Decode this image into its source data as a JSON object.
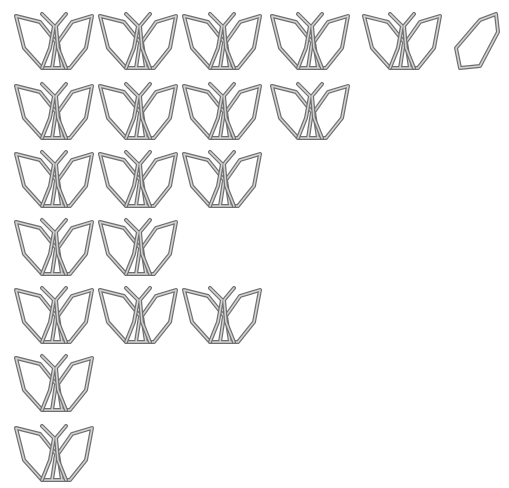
{
  "colors": {
    "background": "#ffffff",
    "stroke_dark": "#6f6f6f",
    "stroke_light": "#d3d3d3"
  },
  "grid": {
    "rows": [
      {
        "shapes": [
          "figure-eight-v",
          "figure-eight-v",
          "figure-eight-v",
          "figure-eight-v",
          "figure-eight-v",
          "single-leaf"
        ]
      },
      {
        "shapes": [
          "figure-eight-v",
          "figure-eight-v",
          "figure-eight-v",
          "figure-eight-v"
        ]
      },
      {
        "shapes": [
          "figure-eight-v",
          "figure-eight-v",
          "figure-eight-v"
        ]
      },
      {
        "shapes": [
          "figure-eight-v",
          "figure-eight-v"
        ]
      },
      {
        "shapes": [
          "figure-eight-v",
          "figure-eight-v",
          "figure-eight-v"
        ]
      },
      {
        "shapes": [
          "figure-eight-v"
        ]
      },
      {
        "shapes": [
          "figure-eight-v"
        ]
      }
    ]
  }
}
